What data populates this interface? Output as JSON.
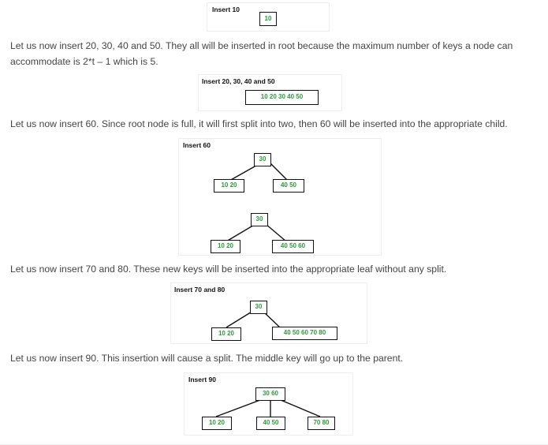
{
  "figures": {
    "insert10": {
      "title": "Insert 10",
      "root": "10"
    },
    "insert20_50": {
      "title": "Insert 20, 30, 40 and 50",
      "root": "10  20  30  40  50"
    },
    "insert60": {
      "title": "Insert 60",
      "before": {
        "root": "30",
        "left": "10  20",
        "right": "40  50"
      },
      "after": {
        "root": "30",
        "left": "10  20",
        "right": "40  50  60"
      }
    },
    "insert70_80": {
      "title": "Insert 70 and 80",
      "root": "30",
      "left": "10  20",
      "right": "40  50  60  70  80"
    },
    "insert90": {
      "title": "Insert 90",
      "root": "30  60",
      "left": "10  20",
      "middle": "40  50",
      "right": "70  80"
    }
  },
  "paragraphs": {
    "p1": "Let us now insert 20, 30, 40 and 50. They all will be inserted in root because the maximum number of keys a node can accommodate is 2*t – 1 which is 5.",
    "p2": "Let us now insert 60. Since root node is full, it will first split into two, then 60 will be inserted into the appropriate child.",
    "p3": "Let us now insert 70 and 80. These new keys will be inserted into the appropriate leaf without any split.",
    "p4": "Let us now insert 90. This insertion will cause a split. The middle key will go up to the parent."
  },
  "colors": {
    "text": "#444444",
    "node_border": "#111111",
    "node_text": "#2e9a3a"
  }
}
